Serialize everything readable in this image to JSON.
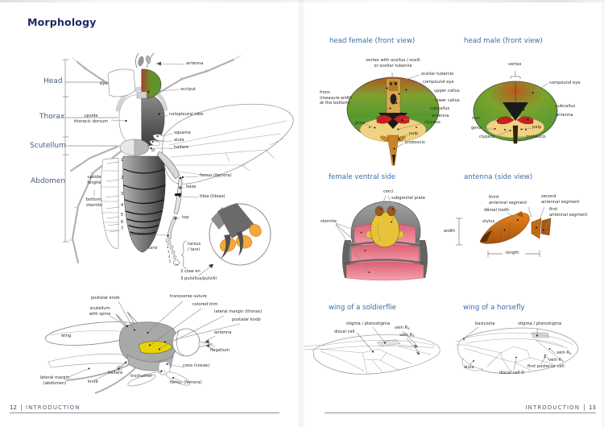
{
  "left": {
    "title": "Morphology",
    "sections": [
      "Head",
      "Thorax",
      "Scutellum",
      "Abdomen"
    ],
    "dorsal": {
      "antenna": "antenna",
      "eye": "eye",
      "occiput": "occiput",
      "utd1": "upside",
      "utd2": "thoracic dorsum",
      "notopleural": "notopleural lobe",
      "squama": "squama",
      "alula": "alula",
      "haltere": "haltere",
      "ut1": "upside",
      "ut2": "tergite",
      "bs1": "bottom:",
      "bs2": "sternite",
      "femur": "femur (femora)",
      "base": "base",
      "tibia": "tibia (tibiae)",
      "top": "top",
      "metatarsus": "metatarsus",
      "tarsi": "tarsi",
      "tt1": "tarsus",
      "tt2": "/ tarsi",
      "claw1": "2 claw en",
      "claw2": "3 pulvillus/pulvilli",
      "segs": [
        "1",
        "2",
        "3",
        "4",
        "5",
        "6",
        "7"
      ],
      "tars": [
        "1",
        "2",
        "3",
        "4",
        "5"
      ]
    },
    "lateral": {
      "pk1": "postalar knob",
      "ss1": "scutellum",
      "ss2": "with spine",
      "wing": "wing",
      "ts": "transverse suture",
      "ct": "colored trim",
      "lmt": "lateral margin (thorax)",
      "pk2": "postalar knob",
      "antenna": "antenna",
      "flagellum": "flagellum",
      "lma1": "lateral margin",
      "lma2": "(abdomen)",
      "knob": "knob",
      "haltere": "haltere",
      "trochanter": "trochanter",
      "coxa": "coxa (coxae)",
      "femur": "femur (femora)"
    },
    "footer": {
      "page": "12",
      "text": "INTRODUCTION"
    }
  },
  "right": {
    "hf": {
      "title": "head female (front view)",
      "v1": "vertex with ocellus / ocelli",
      "v2": "or ocellar tubercle",
      "ot": "ocellar tubercle",
      "ce": "compound eye",
      "uc": "upper callus",
      "lc": "lower callus",
      "sc": "subcallus",
      "antenna": "antenna",
      "clypeus": "clypeus",
      "palp": "palp",
      "proboscis": "proboscis",
      "f1": "frons",
      "f2": "(measure width",
      "f3": "at the bottom)",
      "gena": "gena"
    },
    "hm": {
      "title": "head male (front view)",
      "vertex": "vertex",
      "ce": "compound eye",
      "sc": "subcallus",
      "antenna": "antenna",
      "rein": "rein",
      "gena": "gena",
      "clypeus": "clypeus",
      "palp": "palp",
      "proboscis": "proboscis"
    },
    "vs": {
      "title": "female ventral side",
      "cerci": "cerci",
      "sp": "subgenital plate",
      "sternite": "sternite"
    },
    "av": {
      "title": "antenna (side view)",
      "t1": "third",
      "t2": "antennal segment",
      "s1": "second",
      "s2": "antennal segment",
      "fi1": "first",
      "fi2": "antennal segment",
      "dt": "dorsal tooth",
      "stylus": "stylus",
      "width": "width",
      "length": "length"
    },
    "ws": {
      "title": "wing of a soldierflie",
      "stigma": "stigma / pterostigma",
      "discal": "discal cell",
      "vr": "vein R",
      "r4": "4",
      "r5": "5"
    },
    "wh": {
      "title": "wing of a horsefly",
      "basicosta": "basicosta",
      "stigma": "stigma / pterostigma",
      "vr": "vein R",
      "r4": "4",
      "r5": "5",
      "fpc": "first posterior cell",
      "discal": "discal cell D",
      "alula": "alula"
    },
    "footer": {
      "text": "INTRODUCTION",
      "page": "13"
    }
  },
  "colors": {
    "title_navy": "#1d2a66",
    "figure_title_blue": "#3a6da8",
    "section_blue": "#46597f",
    "eye_green": "#5f9e2e",
    "eye_orange": "#b5541f",
    "face_cream": "#f0d382",
    "antenna_red": "#c42222",
    "proboscis_orange": "#ca8428",
    "thorax_gray": "#4a4a4a",
    "sternite_pink": "#e8708a",
    "plate_yellow": "#e6c33a",
    "antenna_orange": "#d3720f",
    "pulvilli_orange": "#f3a83b",
    "trim_yellow": "#e8d400"
  }
}
